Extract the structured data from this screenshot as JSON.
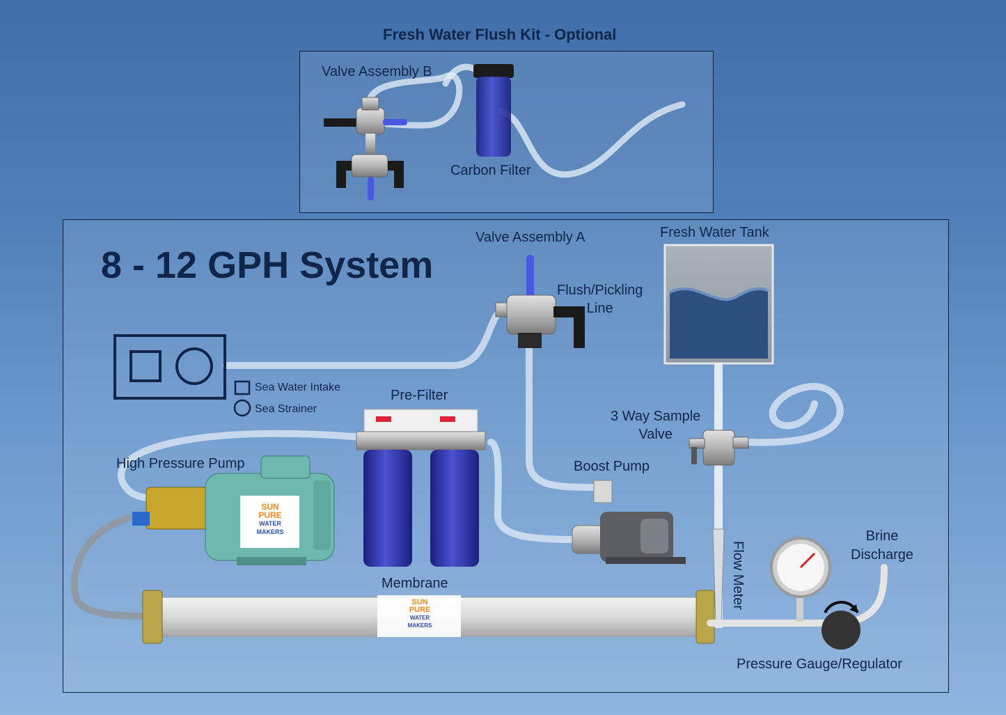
{
  "kit": {
    "title": "Fresh Water Flush Kit - Optional",
    "valve_b": "Valve Assembly B",
    "carbon_filter": "Carbon Filter"
  },
  "system": {
    "title": "8 - 12 GPH System",
    "valve_a": "Valve Assembly A",
    "flush_line": [
      "Flush/Pickling",
      "Line"
    ],
    "fresh_tank": "Fresh Water Tank",
    "sea_intake": "Sea Water Intake",
    "sea_strainer": "Sea Strainer",
    "prefilter": "Pre-Filter",
    "sample_valve": [
      "3 Way Sample",
      "Valve"
    ],
    "boost_pump": "Boost Pump",
    "hp_pump": "High Pressure Pump",
    "flow_meter": "Flow Meter",
    "brine": [
      "Brine",
      "Discharge"
    ],
    "membrane": "Membrane",
    "gauge": "Pressure Gauge/Regulator"
  },
  "logo": {
    "line1": "SUN",
    "line2": "PURE",
    "line3": "WATER",
    "line4": "MAKERS"
  },
  "colors": {
    "navy": "#10254a",
    "pump_teal": "#6fb8ad",
    "filter_blue": "#2a2fa8",
    "tank_water": "#2c4f80",
    "brass": "#c8a52c",
    "membrane_cap": "#b9a64a"
  }
}
